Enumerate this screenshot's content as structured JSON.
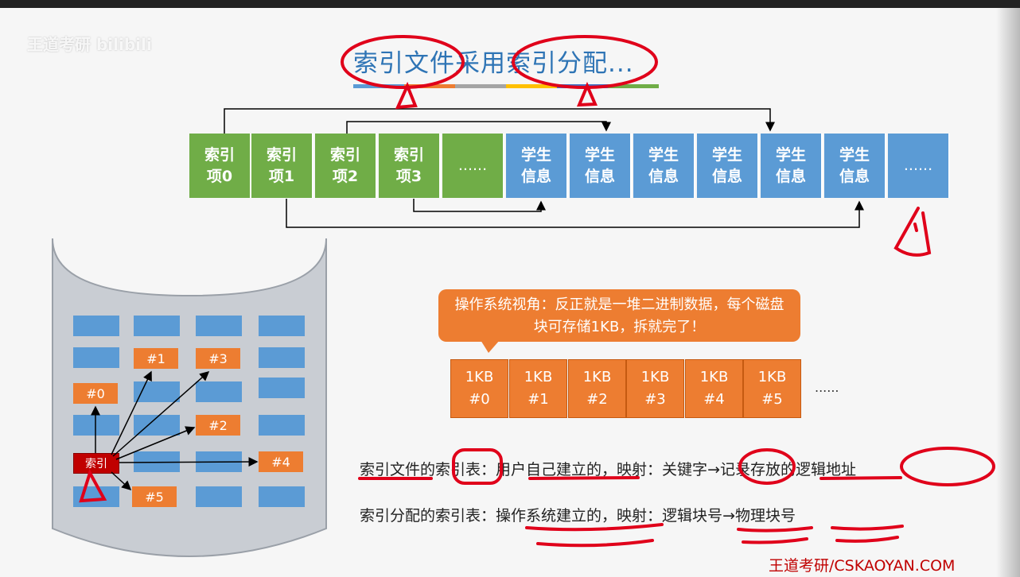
{
  "watermark": "王道考研 bilibili",
  "title": "索引文件采用索引分配...",
  "title_bar_colors": [
    "#5b9bd5",
    "#ed7d31",
    "#a5a5a5",
    "#ffc000",
    "#4472c4",
    "#70ad47"
  ],
  "index_cells": [
    "索引\n项0",
    "索引\n项1",
    "索引\n项2",
    "索引\n项3",
    "......"
  ],
  "info_cells": [
    "学生\n信息",
    "学生\n信息",
    "学生\n信息",
    "学生\n信息",
    "学生\n信息",
    "学生\n信息",
    "......"
  ],
  "bubble_text": "操作系统视角：反正就是一堆二进制数据，每个磁盘块可存储1KB，拆就完了！",
  "kb_blocks": [
    "1KB\n#0",
    "1KB\n#1",
    "1KB\n#2",
    "1KB\n#3",
    "1KB\n#4",
    "1KB\n#5"
  ],
  "kb_more": "......",
  "disk": {
    "index_label": "索引",
    "numbered": [
      "#0",
      "#1",
      "#2",
      "#3",
      "#4",
      "#5"
    ]
  },
  "line1": {
    "a": "索引文件的索引表：",
    "b": "用户自己建立的",
    "c": "，映射：",
    "d": "关键字",
    "arrow": "→",
    "e": "记录存放的逻辑地址"
  },
  "line2": {
    "a": "索引分配的索引表：",
    "b": "操作系统建立的",
    "c": "，映射：",
    "d": "逻辑块号",
    "arrow": "→",
    "e": "物理块号"
  },
  "footer": "王道考研/CSKAOYAN.COM",
  "colors": {
    "green": "#70ad47",
    "blue": "#5b9bd5",
    "orange": "#ed7d31",
    "red_ink": "#e0001a",
    "title": "#2e74b5"
  }
}
